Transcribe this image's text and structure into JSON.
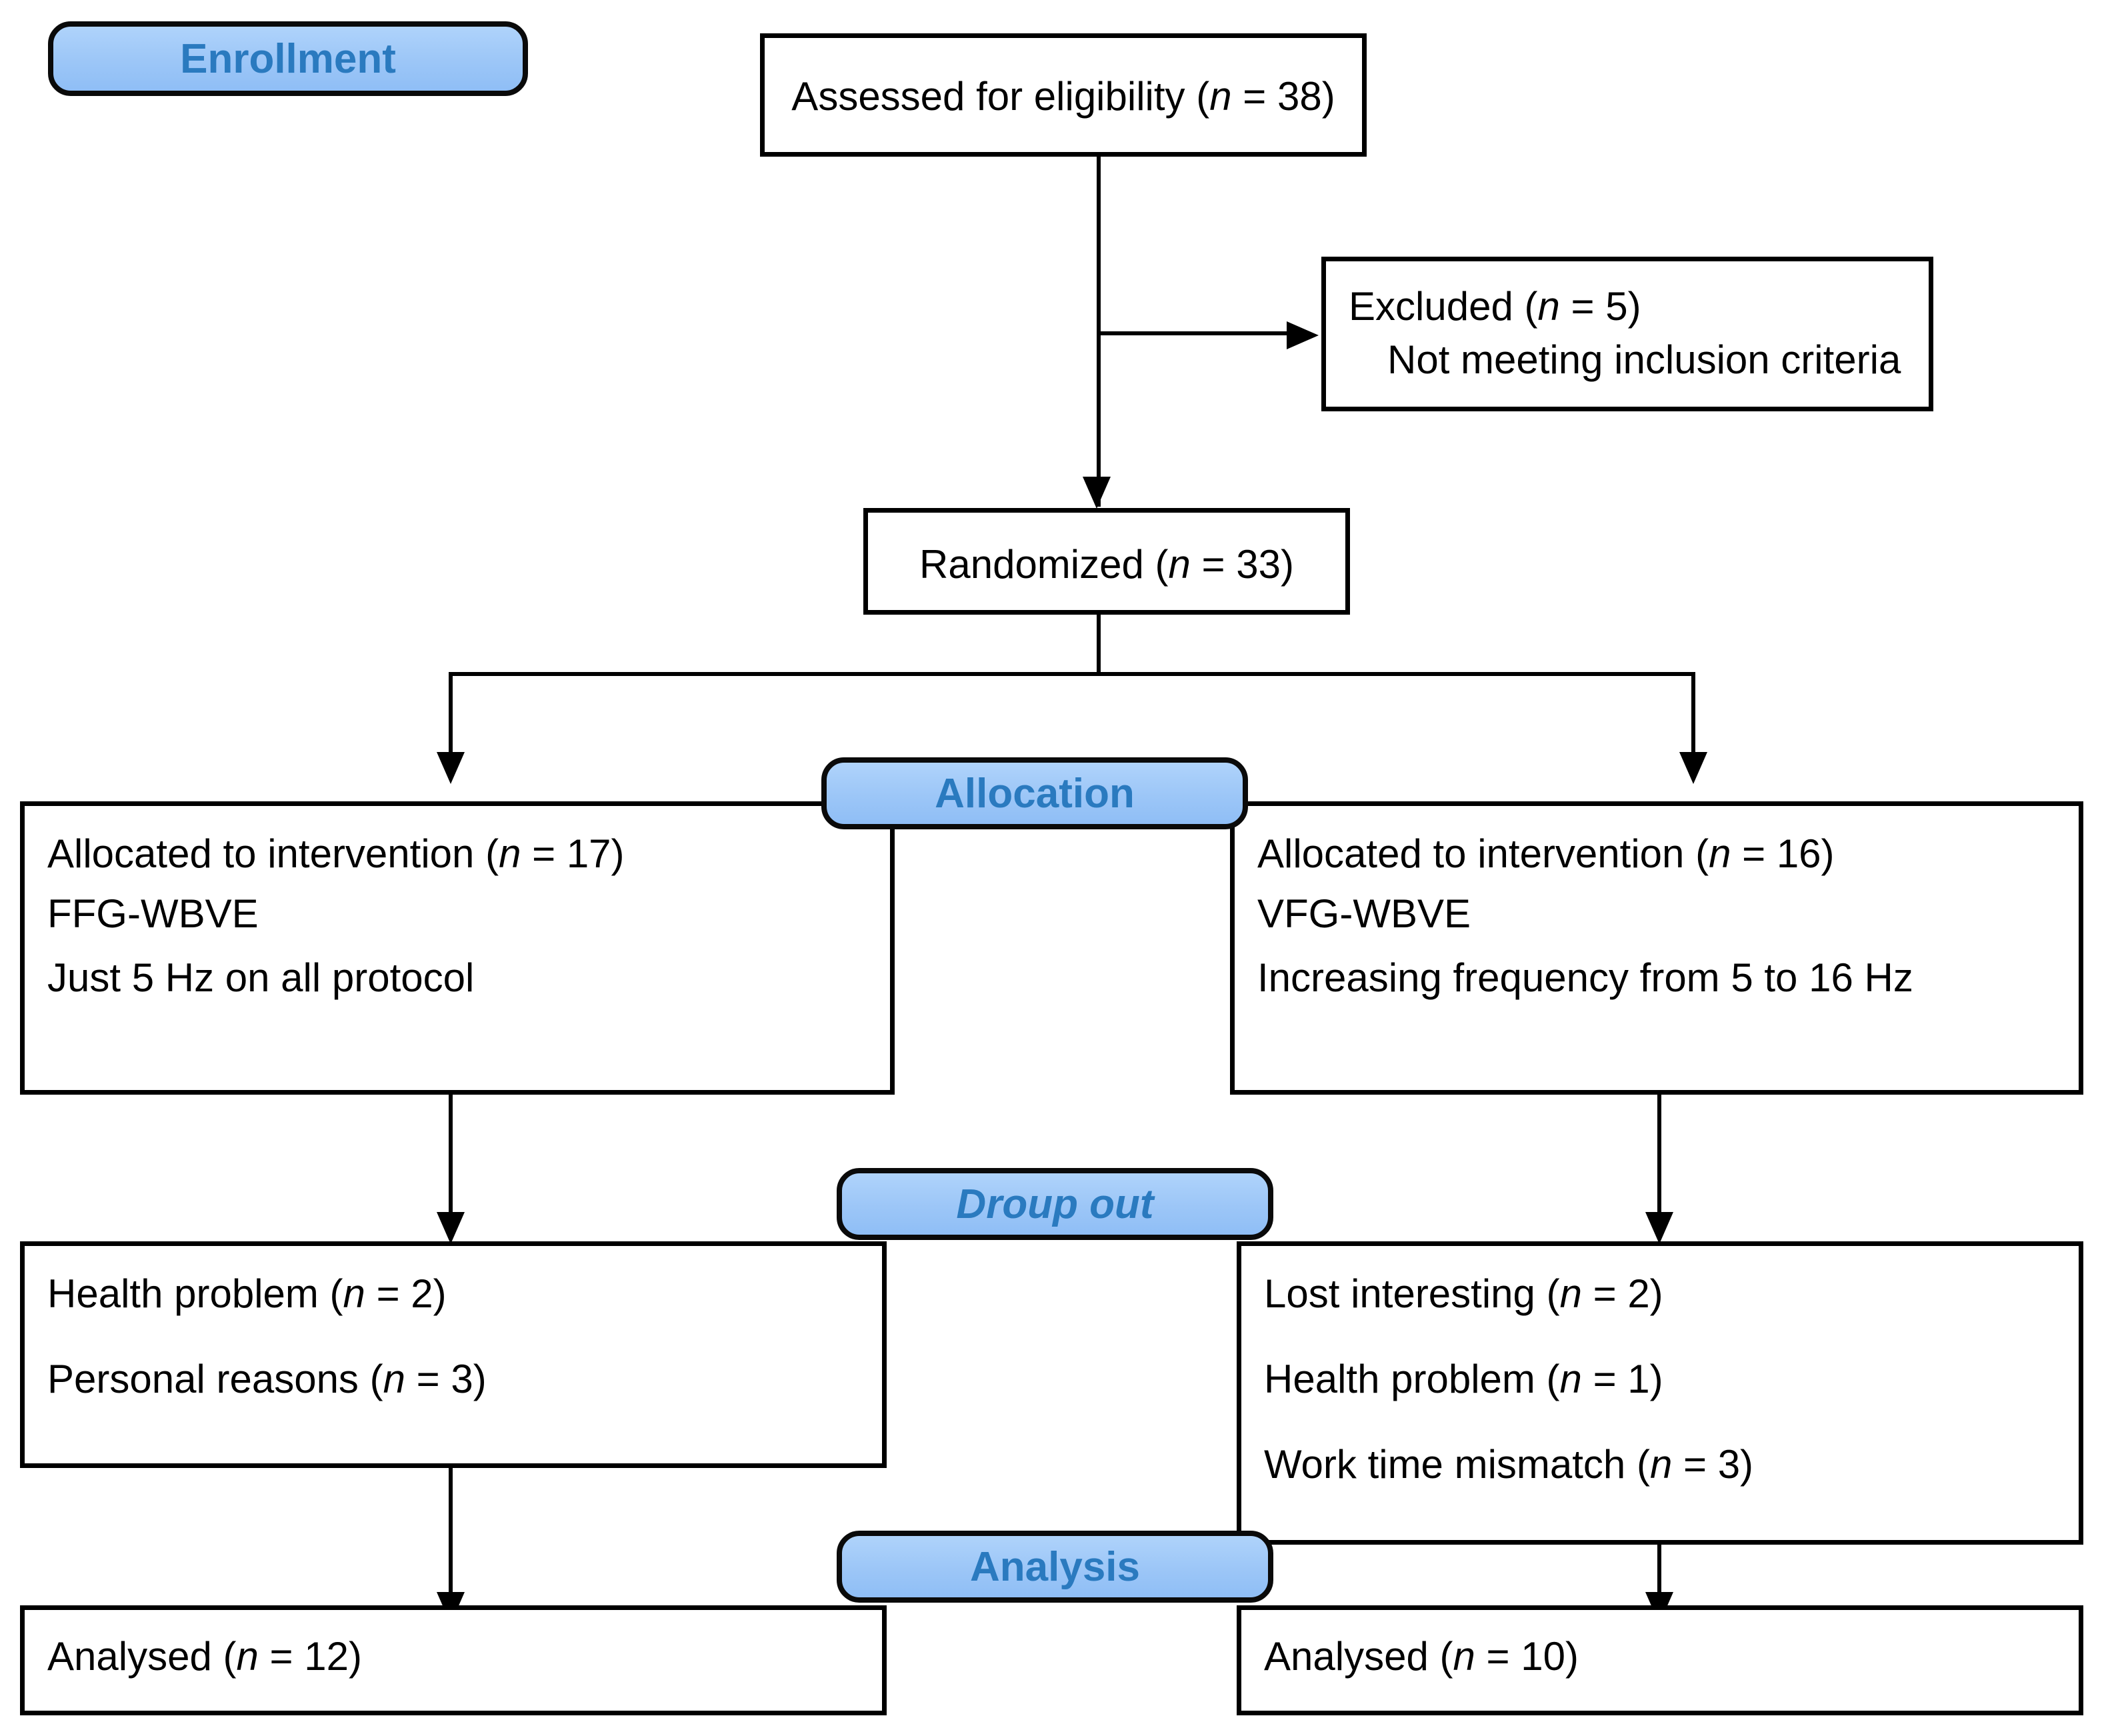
{
  "diagram": {
    "title": "CONSORT participant flow diagram",
    "accent_color": "#9CC6F7",
    "badge_text_color": "#2A7ABF",
    "line_color": "#000000",
    "box_fill": "#FFFFFF"
  },
  "phases": {
    "enrollment": "Enrollment",
    "allocation": "Allocation",
    "dropout": "Droup out",
    "analysis": "Analysis"
  },
  "nodes": {
    "assessed": {
      "label": "Assessed for eligibility (",
      "n_symbol": "n",
      "n_value": " = 38)"
    },
    "excluded": {
      "line1_label": "Excluded (",
      "line1_n": "n",
      "line1_value": " = 5)",
      "line2": "Not meeting inclusion criteria"
    },
    "randomized": {
      "label": "Randomized (",
      "n_symbol": "n",
      "n_value": " = 33)"
    },
    "alloc_left": {
      "line1_label": "Allocated to intervention (",
      "line1_n": "n",
      "line1_value": " = 17)",
      "line2": "FFG-WBVE",
      "line3": "Just 5 Hz on all protocol"
    },
    "alloc_right": {
      "line1_label": "Allocated to intervention (",
      "line1_n": "n",
      "line1_value": " = 16)",
      "line2": "VFG-WBVE",
      "line3": "Increasing frequency from 5 to 16 Hz"
    },
    "dropout_left": {
      "line1_label": "Health problem (",
      "line1_n": "n",
      "line1_value": " = 2)",
      "line2_label": "Personal reasons (",
      "line2_n": "n",
      "line2_value": " = 3)"
    },
    "dropout_right": {
      "line1_label": "Lost interesting (",
      "line1_n": "n",
      "line1_value": " = 2)",
      "line2_label": "Health problem (",
      "line2_n": "n",
      "line2_value": " = 1)",
      "line3_label": "Work time mismatch (",
      "line3_n": "n",
      "line3_value": " = 3)"
    },
    "analysed_left": {
      "label": "Analysed (",
      "n_symbol": "n",
      "n_value": " = 12)"
    },
    "analysed_right": {
      "label": "Analysed (",
      "n_symbol": "n",
      "n_value": " = 10)"
    }
  }
}
